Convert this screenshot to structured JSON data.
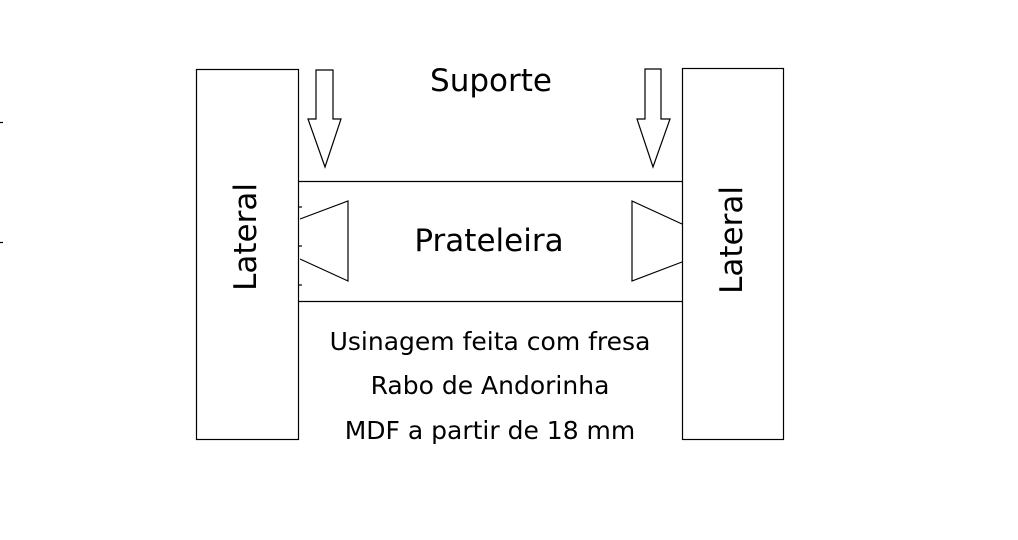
{
  "title": "Suporte",
  "shelf_label": "Prateleira",
  "left_side_label": "Lateral",
  "right_side_label": "Lateral",
  "notes": [
    "Usinagem feita com fresa",
    "Rabo de Andorinha",
    "MDF a partir de 18 mm"
  ]
}
